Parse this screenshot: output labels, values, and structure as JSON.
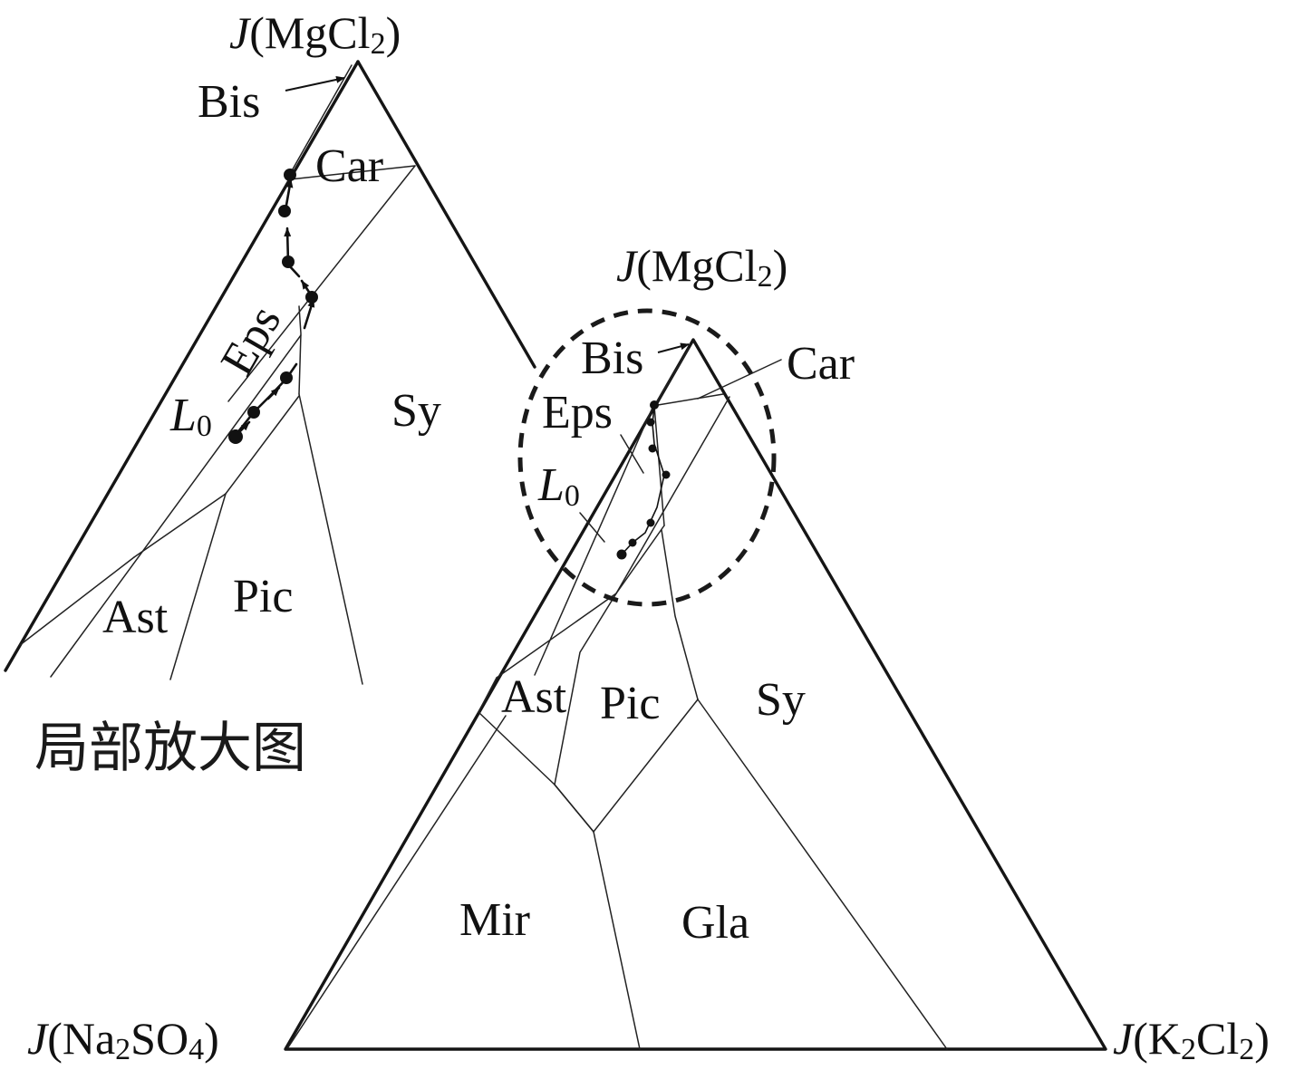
{
  "diagram": {
    "main": {
      "apex_label": {
        "prefix": "J",
        "open": "(MgCl",
        "sub": "2",
        "close": ")"
      },
      "left_label": {
        "prefix": "J",
        "open": "(Na",
        "sub1": "2",
        "mid": "SO",
        "sub2": "4",
        "close": ")"
      },
      "right_label": {
        "prefix": "J",
        "open": "(K",
        "sub1": "2",
        "mid": "Cl",
        "sub2": "2",
        "close": ")"
      },
      "regions": {
        "bis": "Bis",
        "car": "Car",
        "eps": "Eps",
        "l0_letter": "L",
        "l0_sub": "0",
        "ast": "Ast",
        "pic": "Pic",
        "sy": "Sy",
        "mir": "Mir",
        "gla": "Gla"
      }
    },
    "inset": {
      "apex_label": {
        "prefix": "J",
        "open": "(MgCl",
        "sub": "2",
        "close": ")"
      },
      "caption": "局部放大图",
      "regions": {
        "bis": "Bis",
        "car": "Car",
        "eps": "Eps",
        "l0_letter": "L",
        "l0_sub": "0",
        "ast": "Ast",
        "pic": "Pic",
        "sy": "Sy"
      }
    }
  }
}
